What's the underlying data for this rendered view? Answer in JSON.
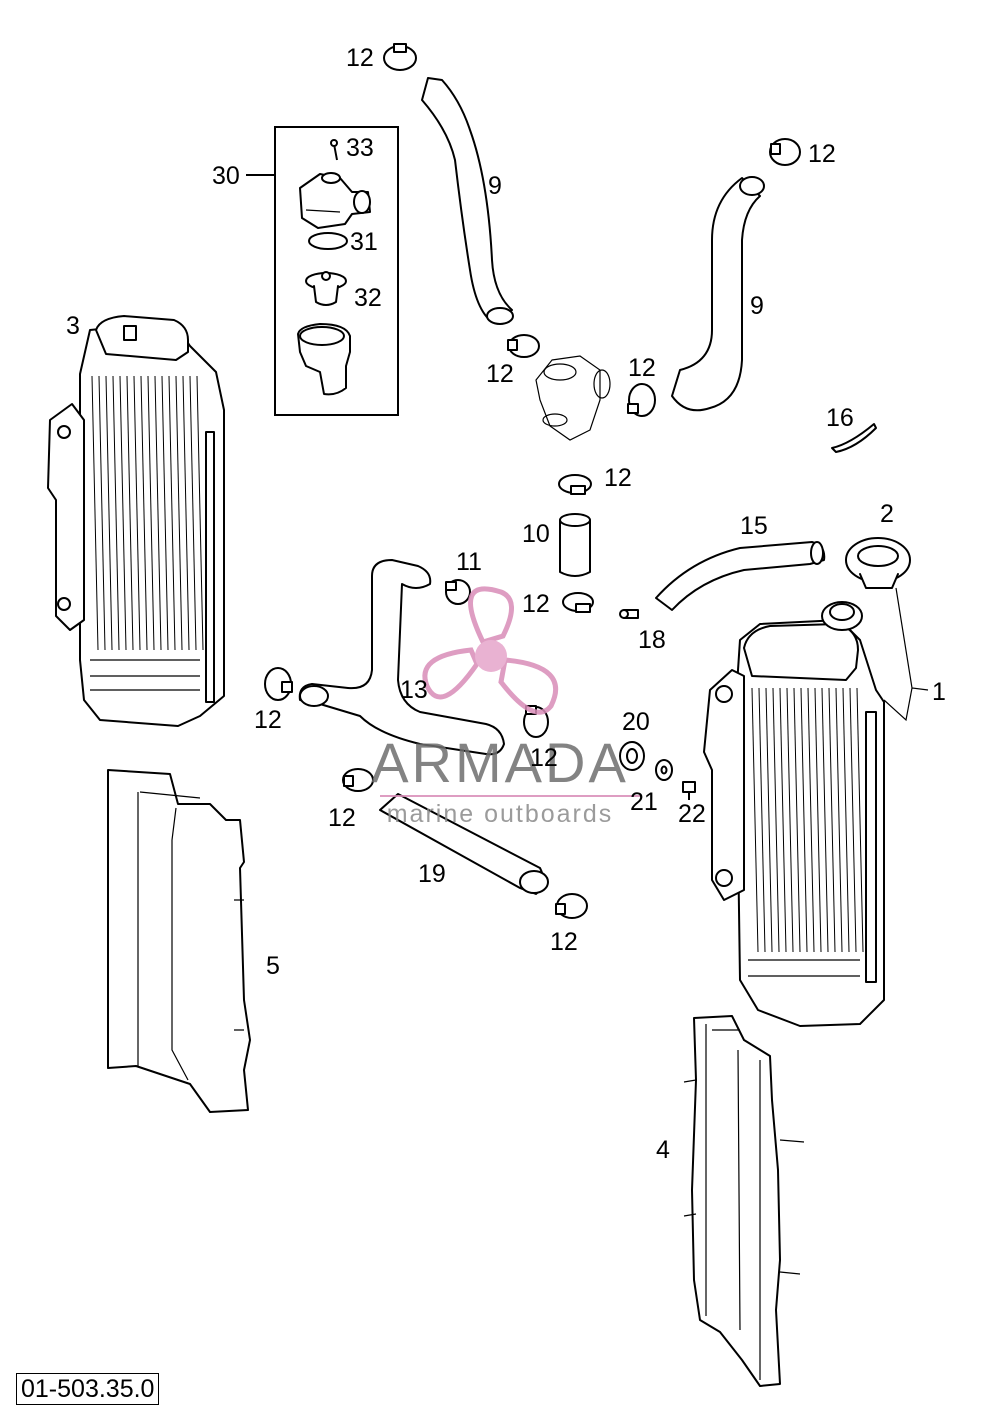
{
  "diagram": {
    "callouts": [
      {
        "id": "c12a",
        "text": "12"
      },
      {
        "id": "c33",
        "text": "33"
      },
      {
        "id": "c30",
        "text": "30"
      },
      {
        "id": "c9a",
        "text": "9"
      },
      {
        "id": "c12b",
        "text": "12"
      },
      {
        "id": "c31",
        "text": "31"
      },
      {
        "id": "c32",
        "text": "32"
      },
      {
        "id": "c9b",
        "text": "9"
      },
      {
        "id": "c3",
        "text": "3"
      },
      {
        "id": "c12c",
        "text": "12"
      },
      {
        "id": "c12d",
        "text": "12"
      },
      {
        "id": "c16",
        "text": "16"
      },
      {
        "id": "c12e",
        "text": "12"
      },
      {
        "id": "c15",
        "text": "15"
      },
      {
        "id": "c2",
        "text": "2"
      },
      {
        "id": "c10",
        "text": "10"
      },
      {
        "id": "c11",
        "text": "11"
      },
      {
        "id": "c12f",
        "text": "12"
      },
      {
        "id": "c18",
        "text": "18"
      },
      {
        "id": "c13",
        "text": "13"
      },
      {
        "id": "c1",
        "text": "1"
      },
      {
        "id": "c12g",
        "text": "12"
      },
      {
        "id": "c20",
        "text": "20"
      },
      {
        "id": "c12h",
        "text": "12"
      },
      {
        "id": "c12i",
        "text": "12"
      },
      {
        "id": "c21",
        "text": "21"
      },
      {
        "id": "c22",
        "text": "22"
      },
      {
        "id": "c19",
        "text": "19"
      },
      {
        "id": "c5",
        "text": "5"
      },
      {
        "id": "c12j",
        "text": "12"
      },
      {
        "id": "c4",
        "text": "4"
      }
    ],
    "reference_code": "01-503.35.0"
  },
  "watermark": {
    "title": "ARMADA",
    "subtitle": "marine outboards",
    "color": "#d98cb8"
  }
}
